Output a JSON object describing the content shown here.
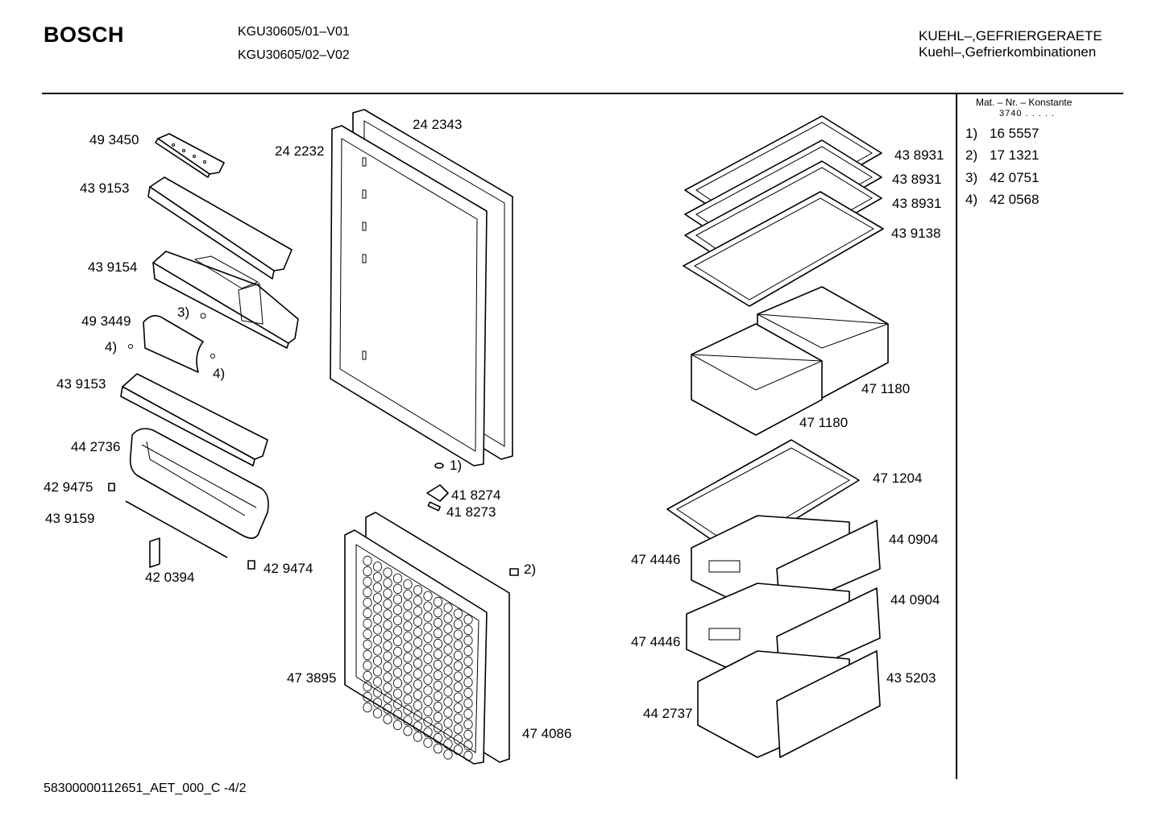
{
  "header": {
    "brand": "BOSCH",
    "models": [
      "KGU30605/01–V01",
      "KGU30605/02–V02"
    ],
    "category": [
      "KUEHL–,GEFRIERGERAETE",
      "Kuehl–,Gefrierkombinationen"
    ]
  },
  "mat_table": {
    "heading": "Mat. – Nr. – Konstante",
    "constant": "3740  .   .   .   .   .",
    "items": [
      {
        "index": "1)",
        "number": "16 5557"
      },
      {
        "index": "2)",
        "number": "17 1321"
      },
      {
        "index": "3)",
        "number": "42 0751"
      },
      {
        "index": "4)",
        "number": "42 0568"
      }
    ]
  },
  "part_labels": [
    "49 3450",
    "43 9153",
    "43 9154",
    "3)",
    "49 3449",
    "4)",
    "4)",
    "43 9153",
    "44 2736",
    "42 9475",
    "43 9159",
    "42 0394",
    "42 9474",
    "24 2343",
    "24 2232",
    "1)",
    "41 8274",
    "41 8273",
    "2)",
    "47 3895",
    "47 4086",
    "43 8931",
    "43 8931",
    "43 8931",
    "43 9138",
    "47 1180",
    "47 1180",
    "47 1204",
    "44 0904",
    "47 4446",
    "44 0904",
    "47 4446",
    "43 5203",
    "44 2737"
  ],
  "footer": "58300000112651_AET_000_C  -4/2"
}
